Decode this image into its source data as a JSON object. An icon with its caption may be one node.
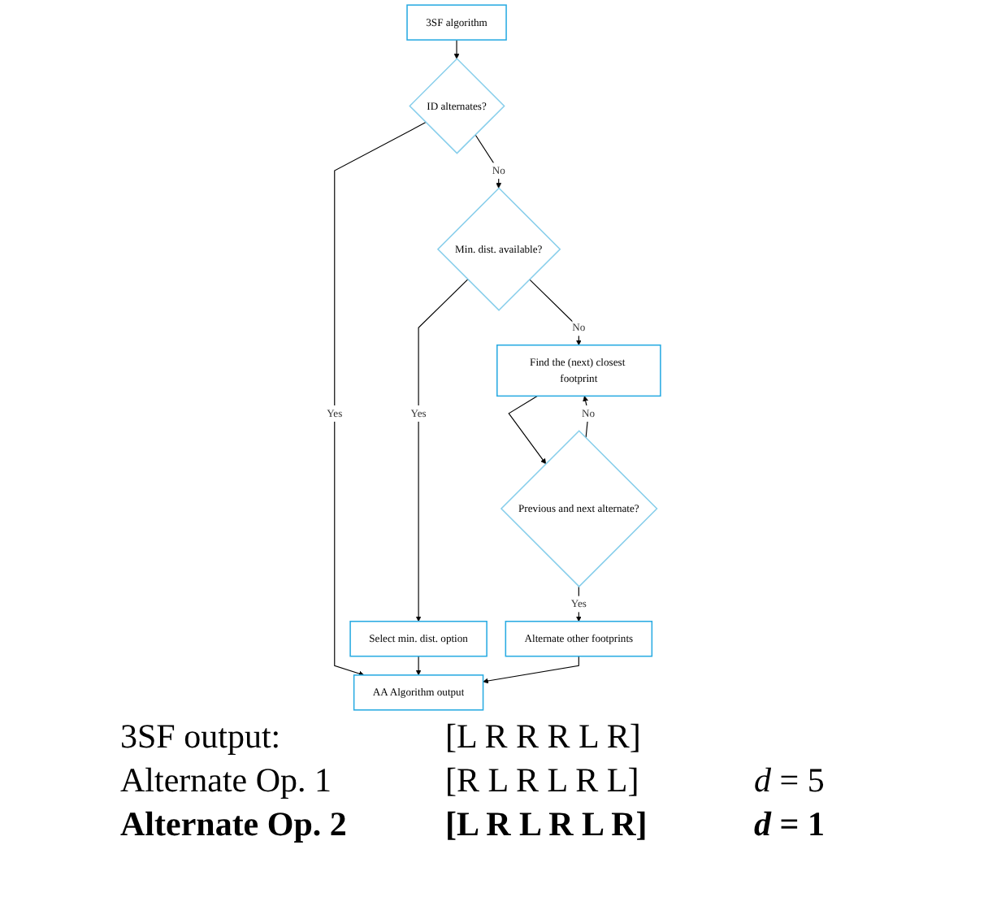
{
  "diagram": {
    "nodes": [
      {
        "text": [
          "3SF algorithm"
        ]
      },
      {
        "text": [
          "ID alternates?"
        ]
      },
      {
        "text": [
          "Min. dist. available?"
        ]
      },
      {
        "text": [
          "Find the (next) closest footprint"
        ]
      },
      {
        "text": [
          "Previous and next alternate?"
        ]
      },
      {
        "text": [
          "Select min. dist. option"
        ]
      },
      {
        "text": [
          "Alternate other footprints"
        ]
      },
      {
        "text": [
          "AA Algorithm output"
        ]
      }
    ],
    "edges": [
      {
        "from": 0,
        "to": 1,
        "arrow": "to"
      },
      {
        "from": 1,
        "to": 7,
        "arrow": "to",
        "label": "Yes"
      },
      {
        "from": 1,
        "to": 2,
        "arrow": "to",
        "label": "No"
      },
      {
        "from": 2,
        "to": 3,
        "arrow": "to",
        "label": "No"
      },
      {
        "from": 2,
        "to": 5,
        "arrow": "to",
        "label": "Yes"
      },
      {
        "from": 3,
        "to": 4,
        "arrow": "to"
      },
      {
        "from": 4,
        "to": 3,
        "arrow": "to",
        "label": "No"
      },
      {
        "from": 4,
        "to": 6,
        "arrow": "to",
        "label": "Yes"
      },
      {
        "from": 5,
        "to": 7,
        "arrow": "to"
      },
      {
        "from": 6,
        "to": 7,
        "arrow": "to"
      }
    ],
    "labels": [
      "3SF output:",
      "[L R R R L R]",
      "Alternate Op. 1",
      "[R L R L R L]",
      "*d* = 5",
      "Alternate Op. 2",
      "[L R L R L R]",
      "*d* = 1"
    ]
  }
}
